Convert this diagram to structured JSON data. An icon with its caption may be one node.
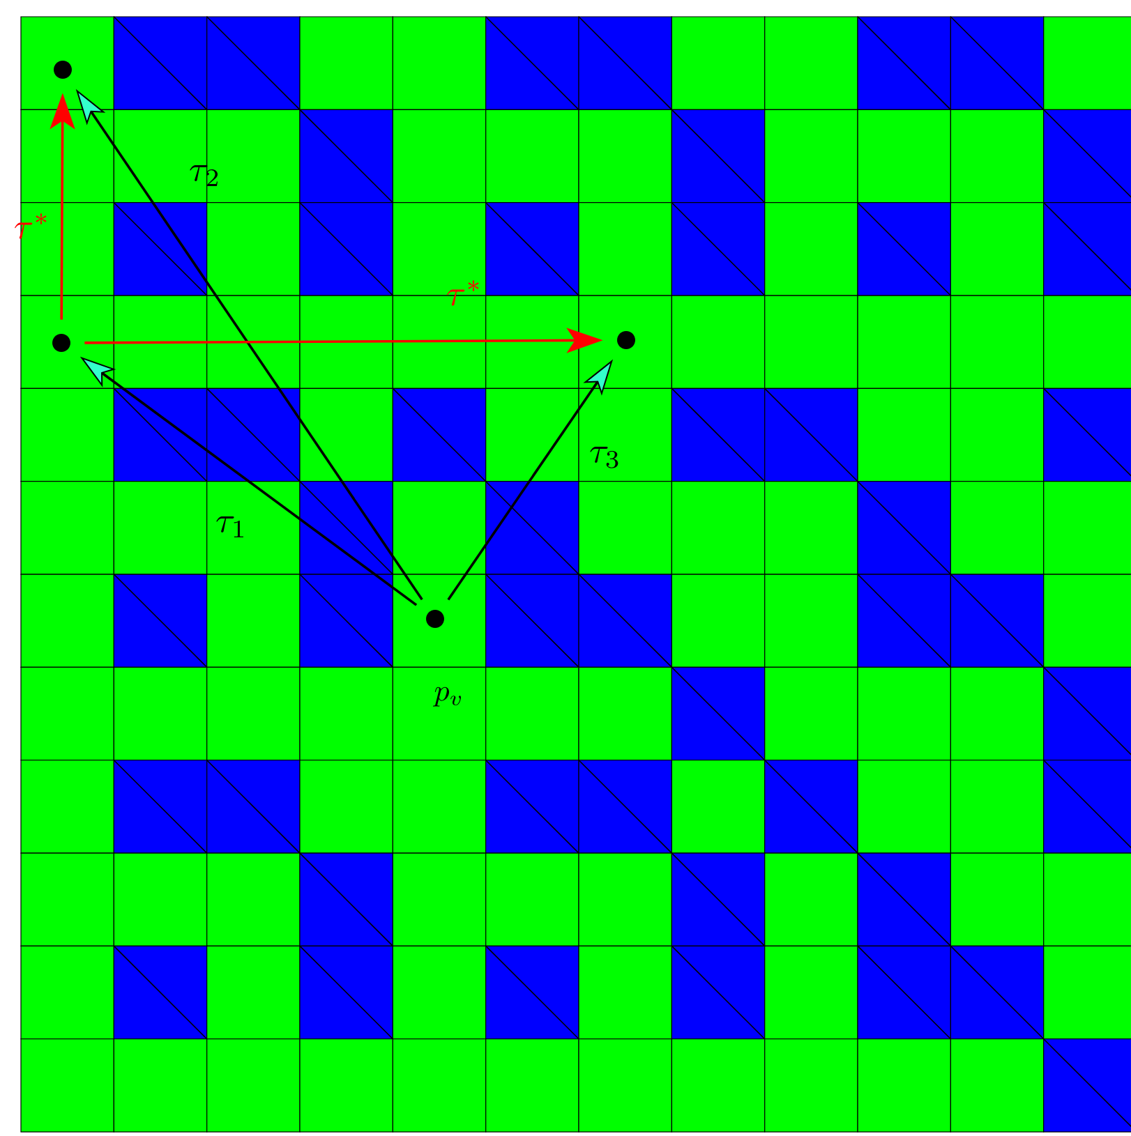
{
  "diagram": {
    "nodes": [
      {
        "text": [],
        "shape": "circle"
      },
      {
        "text": [],
        "shape": "circle"
      },
      {
        "text": [],
        "shape": "circle"
      },
      {
        "text": [],
        "shape": "circle"
      }
    ],
    "edges": [
      {
        "from": 3,
        "to": 0,
        "arrow": "to",
        "label": "\\tau_2"
      },
      {
        "from": 3,
        "to": 1,
        "arrow": "to",
        "label": "\\tau_1"
      },
      {
        "from": 3,
        "to": 2,
        "arrow": "to",
        "label": "\\tau_3"
      },
      {
        "from": 1,
        "to": 0,
        "arrow": "to",
        "label": "\\tau^*",
        "color": "#ff0000"
      },
      {
        "from": 1,
        "to": 2,
        "arrow": "to",
        "label": "\\tau^*",
        "color": "#ff0000"
      }
    ],
    "labels": [
      "p_v"
    ]
  }
}
